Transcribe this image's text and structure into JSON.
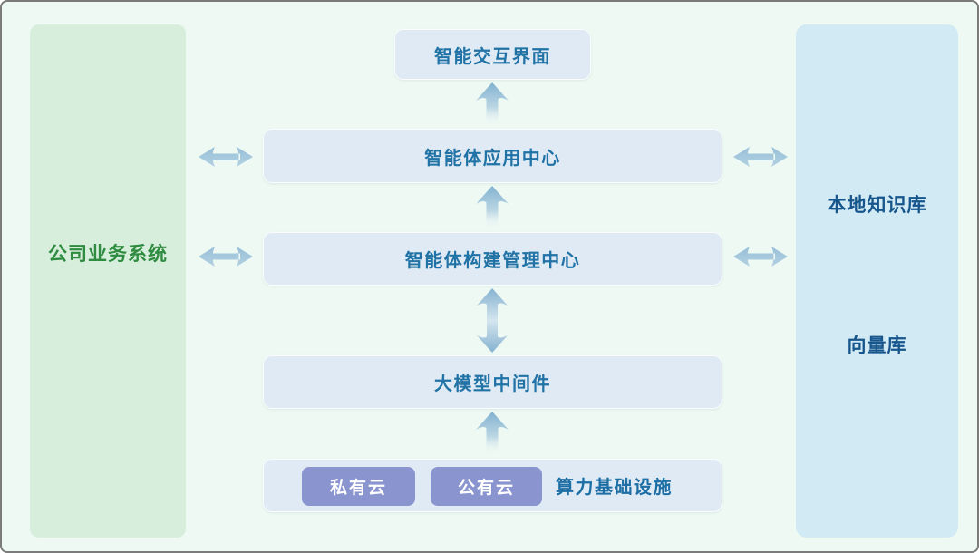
{
  "left_panel": {
    "label": "公司业务系统",
    "bg": "#d7eedd",
    "text_color": "#2e8b3f"
  },
  "center": {
    "boxes": [
      {
        "label": "智能交互界面"
      },
      {
        "label": "智能体应用中心"
      },
      {
        "label": "智能体构建管理中心"
      },
      {
        "label": "大模型中间件"
      }
    ],
    "infra": {
      "label": "算力基础设施",
      "buttons": [
        {
          "label": "私有云"
        },
        {
          "label": "公有云"
        }
      ]
    },
    "box_bg": "#dfeaf4",
    "text_color": "#2173a6",
    "button_bg": "#8a94cf",
    "button_text_color": "#ffffff"
  },
  "right_panel": {
    "items": [
      {
        "label": "本地知识库"
      },
      {
        "label": "向量库"
      }
    ],
    "bg": "#d2eaf4",
    "text_color": "#17568c"
  },
  "arrows": {
    "color": "#a6c8dc",
    "up_arrow_dark": "#7fb0cf",
    "canvas_bg": "#edf9f2",
    "canvas_border": "#7b7b7b"
  }
}
